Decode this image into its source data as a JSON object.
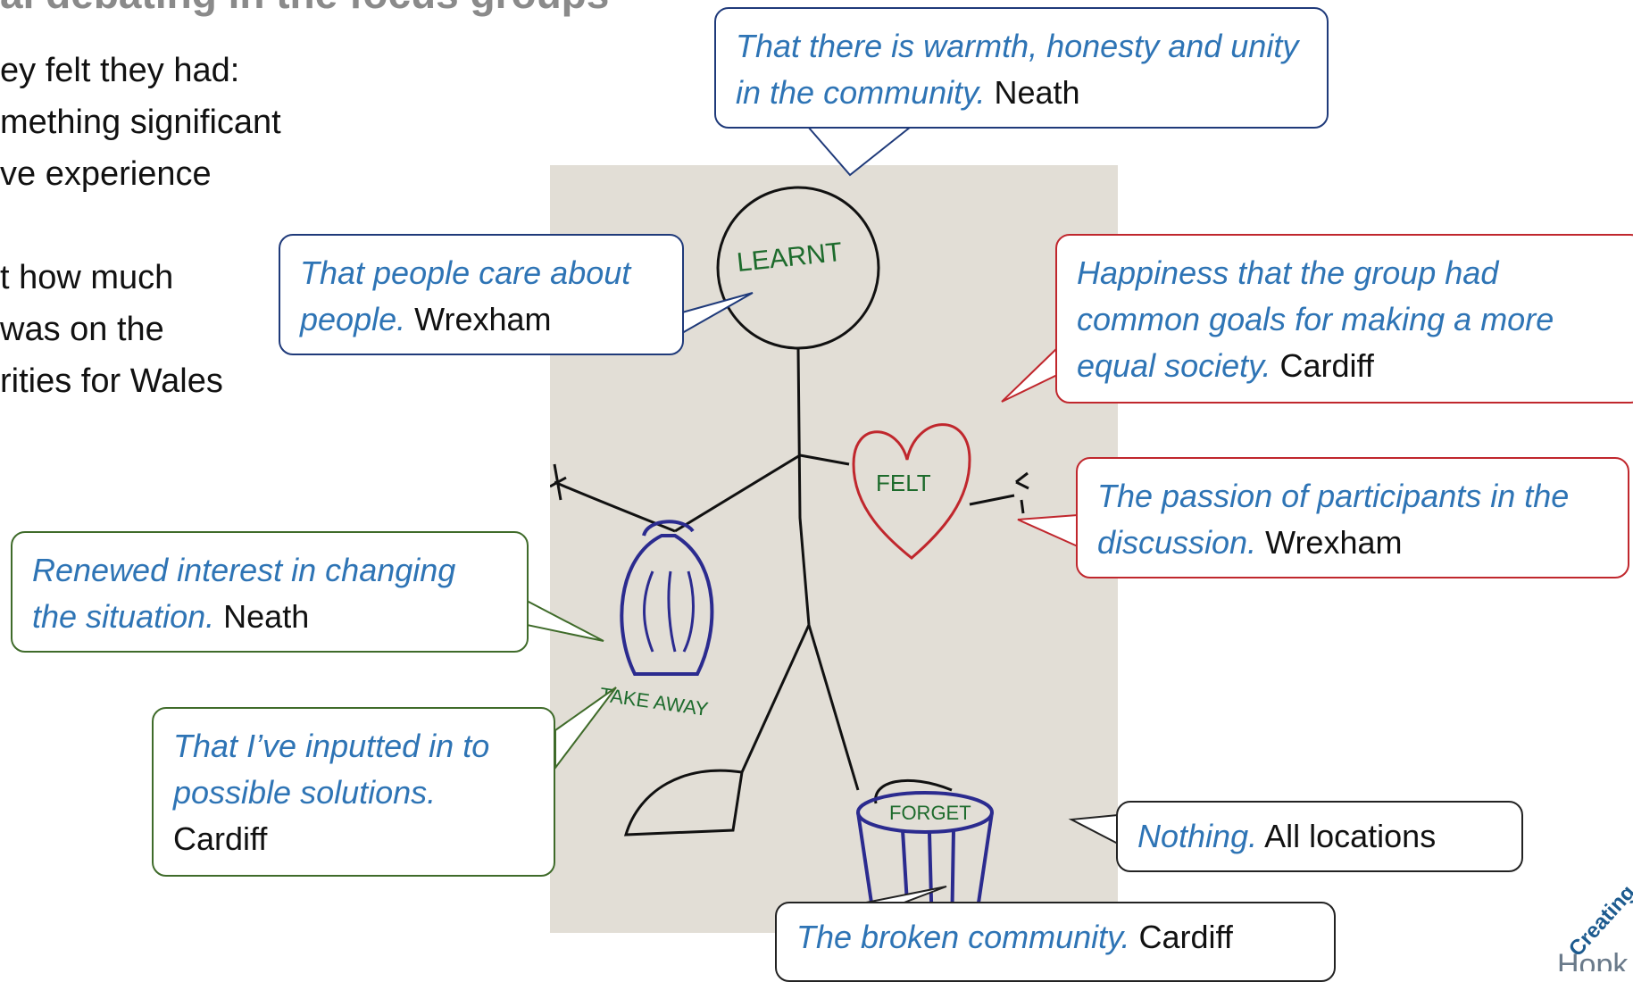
{
  "slide": {
    "title": "al debating in the focus groups",
    "bullets": [
      "ey felt they had:",
      "mething significant",
      "ve experience",
      "",
      "t how much",
      "was on the",
      "rities for Wales"
    ]
  },
  "drawing": {
    "learnt_label": "LEARNT",
    "felt_label": "FELT",
    "takeaway_label": "TAKE AWAY",
    "forget_label": "FORGET"
  },
  "bubbles": {
    "warmth": {
      "quote": "That there is warmth, honesty and unity in the community.",
      "location": "Neath"
    },
    "care": {
      "quote": "That people care about people.",
      "location": "Wrexham"
    },
    "happiness": {
      "quote": "Happiness that the group had common goals for making a more equal society.",
      "location": "Cardiff"
    },
    "passion": {
      "quote": "The passion of participants in the discussion.",
      "location": "Wrexham"
    },
    "renewed": {
      "quote": "Renewed interest in changing the situation.",
      "location": "Neath"
    },
    "inputted": {
      "quote": "That I’ve inputted in to possible solutions.",
      "location": "Cardiff"
    },
    "nothing": {
      "quote": "Nothing.",
      "location": "All locations"
    },
    "broken": {
      "quote": "The broken community.",
      "location": "Cardiff"
    }
  },
  "logo": {
    "text": "Creating",
    "subtext": "Hopk"
  },
  "colors": {
    "quote": "#2e74b5",
    "blue_border": "#1f3a7a",
    "red_border": "#c0272d",
    "green_border": "#3f6b2a"
  }
}
